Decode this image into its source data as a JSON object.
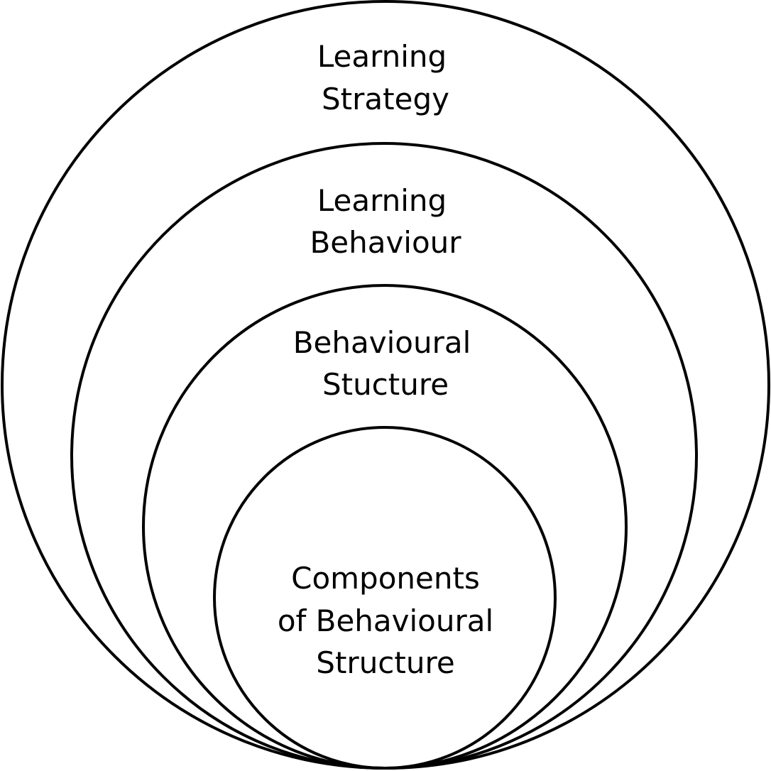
{
  "diagram": {
    "type": "nested-circles",
    "stroke_color": "#000000",
    "background_color": "#ffffff",
    "levels": [
      {
        "name": "outer",
        "line1": "Learning",
        "line2": "Strategy",
        "line3": ""
      },
      {
        "name": "second",
        "line1": "Learning",
        "line2": "Behaviour",
        "line3": ""
      },
      {
        "name": "third",
        "line1": "Behavioural",
        "line2": "Stucture",
        "line3": ""
      },
      {
        "name": "inner",
        "line1": "Components",
        "line2": "of Behavioural",
        "line3": "Structure"
      }
    ]
  }
}
